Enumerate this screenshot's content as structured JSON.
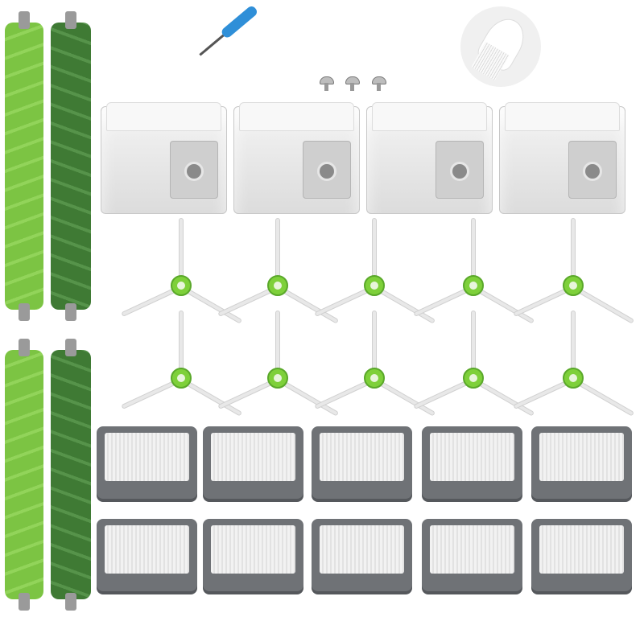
{
  "colors": {
    "roller_light": "#7cc443",
    "roller_dark": "#3f7a34",
    "brush_hub": "#7ed03a",
    "filter_frame": "#6f7276",
    "screwdriver_handle": "#2f8fd8"
  },
  "items": {
    "roller_pairs": 2,
    "dust_bags": 4,
    "side_brushes": 10,
    "filters": 10,
    "screws": 3,
    "screwdrivers": 1,
    "cleaning_brushes": 1
  }
}
